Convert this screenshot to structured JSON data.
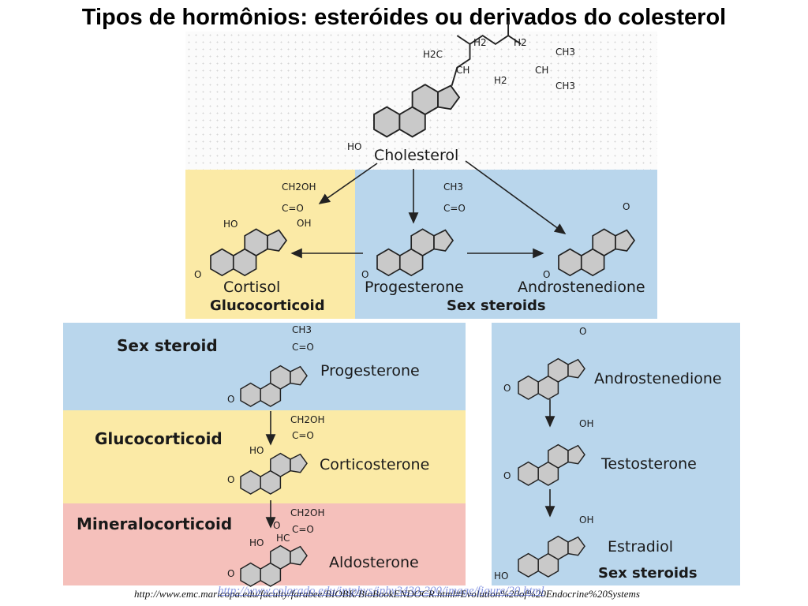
{
  "title": "Tipos de hormônios: esteróides ou derivados do colesterol",
  "top_diagram": {
    "cholesterol": "Cholesterol",
    "cortisol": "Cortisol",
    "glucocorticoid": "Glucocorticoid",
    "progesterone": "Progesterone",
    "androstenedione": "Androstenedione",
    "sex_steroids": "Sex steroids"
  },
  "left_diagram": {
    "sex_steroid": "Sex steroid",
    "progesterone": "Progesterone",
    "glucocorticoid": "Glucocorticoid",
    "corticosterone": "Corticosterone",
    "mineralocorticoid": "Mineralocorticoid",
    "aldosterone": "Aldosterone"
  },
  "right_diagram": {
    "androstenedione": "Androstenedione",
    "testosterone": "Testosterone",
    "estradiol": "Estradiol",
    "sex_steroids": "Sex steroids"
  },
  "groups": {
    "h2c": "H2C",
    "h2": "H2",
    "ch": "CH",
    "ch3": "CH3",
    "ho": "HO",
    "ch2oh": "CH2OH",
    "c_o": "C=O",
    "o": "O",
    "oh": "OH",
    "hc": "HC"
  },
  "source_url": "http://www.emc.maricopa.edu/faculty/farabee/BIOBK/BioBookENDOCR.html#Evolution%20of%20Endocrine%20Systems",
  "overlay_url": "http://www.colorado.edu/intphys/iphy3430-200/image/figure/20.html"
}
